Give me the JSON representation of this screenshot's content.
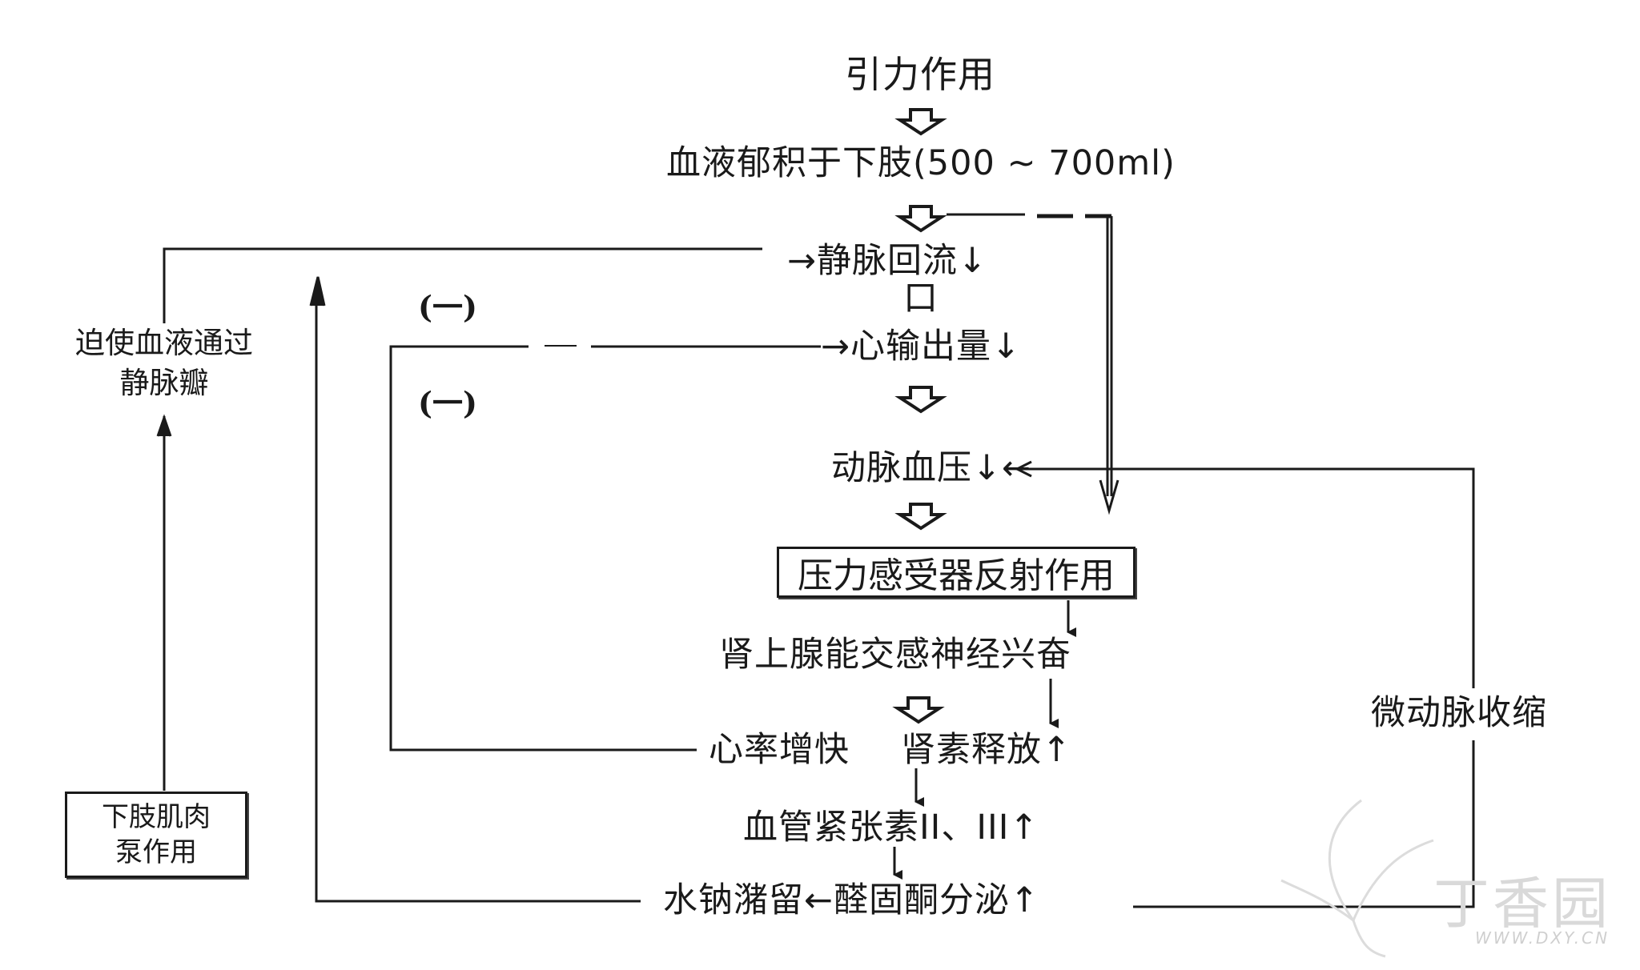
{
  "nodes": {
    "gravity": "引力作用",
    "pooling": "血液郁积于下肢(500 ~ 700ml)",
    "venous_return": "→静脉回流↓",
    "box_glyph": "口",
    "cardiac_output": "→心输出量↓",
    "arterial_pressure": "动脉血压↓←",
    "baroreceptor": "压力感受器反射作用",
    "sympathetic": "肾上腺能交感神经兴奋",
    "heart_rate": "心率增快",
    "renin": "肾素释放↑",
    "angiotensin": "血管紧张素II、III↑",
    "sodium_retention": "水钠潴留←醛固酮分泌↑",
    "arteriole": "微动脉收缩",
    "force_blood_line1": "迫使血液通过",
    "force_blood_line2": "静脉瓣",
    "muscle_pump_line1": "下肢肌肉",
    "muscle_pump_line2": "泵作用"
  },
  "signs": {
    "upper": "(一)",
    "lower": "(一)"
  },
  "watermark": {
    "text": "丁香园",
    "url": "WWW.DXY.CN"
  }
}
